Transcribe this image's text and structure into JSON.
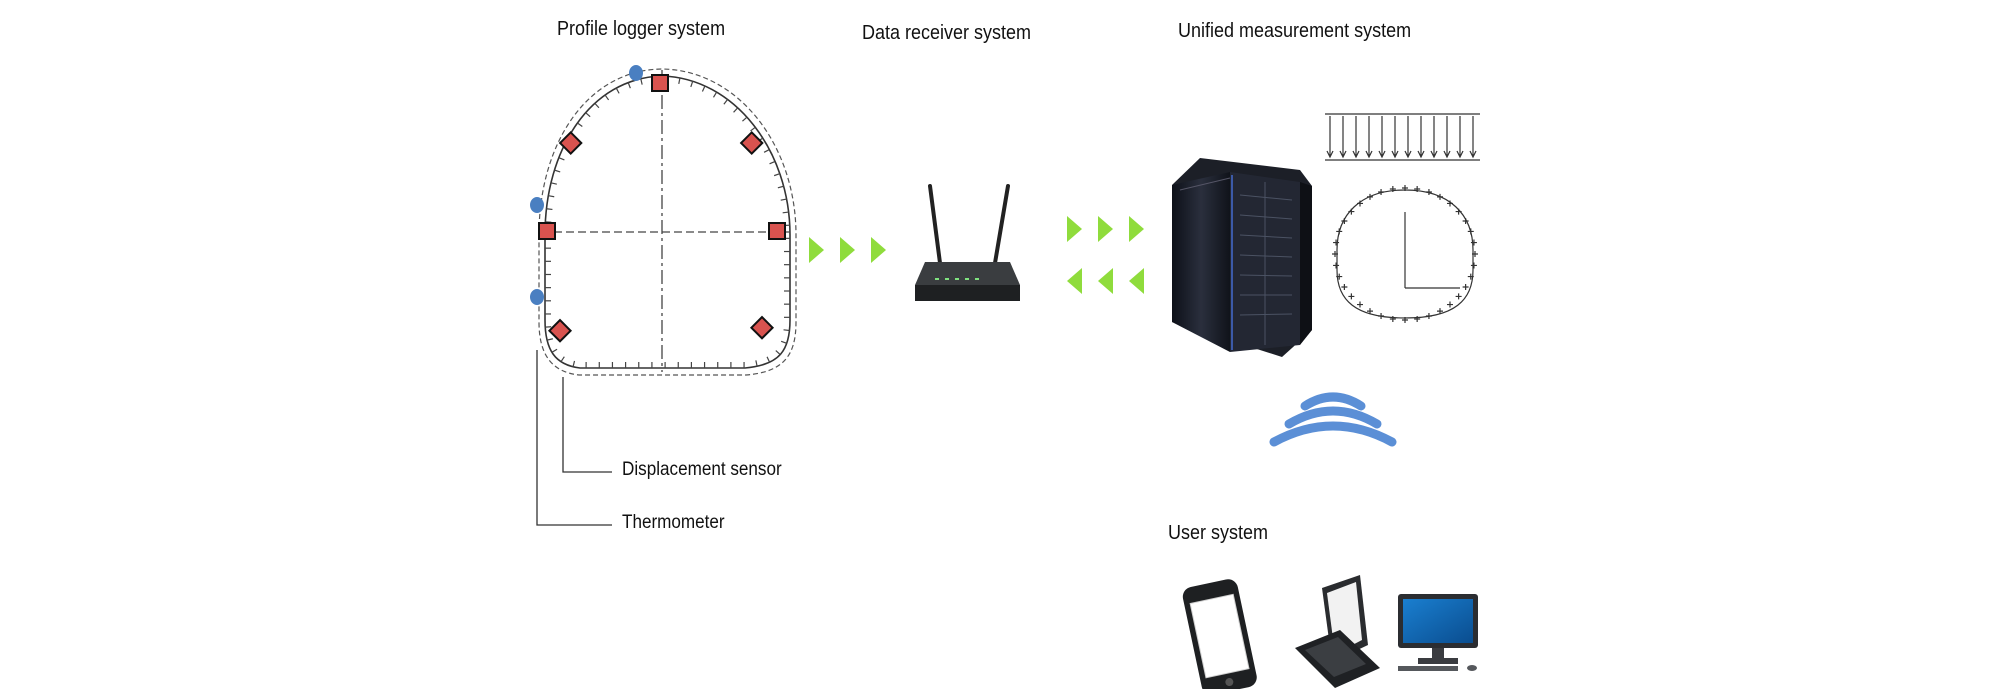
{
  "sections": {
    "profile_logger": "Profile logger system",
    "data_receiver": "Data receiver system",
    "unified": "Unified measurement system",
    "user": "User system"
  },
  "legend": {
    "displacement_sensor": "Displacement sensor",
    "thermometer": "Thermometer"
  },
  "colors": {
    "sensor_fill": "#d9534f",
    "thermometer_fill": "#4a7fc1",
    "arrow_green": "#8fdc3c",
    "wifi_blue": "#5b8fd6"
  },
  "icons": [
    "tunnel-profile-diagram",
    "wireless-router-icon",
    "server-rack-icon",
    "load-diagram-icon",
    "wifi-icon",
    "smartphone-icon",
    "laptop-icon",
    "desktop-monitor-icon"
  ]
}
